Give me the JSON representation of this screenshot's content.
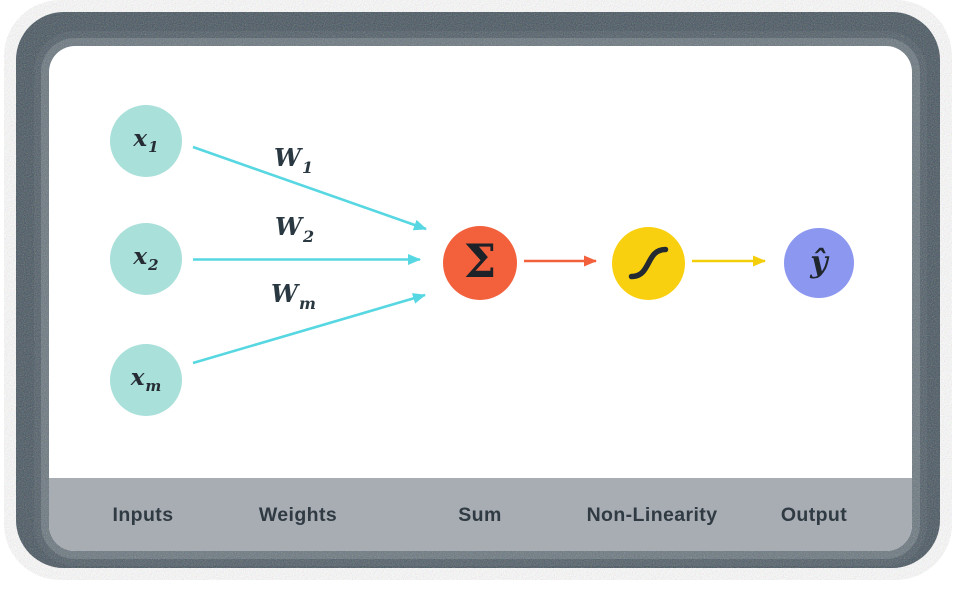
{
  "colors": {
    "page-bg": "#ffffff",
    "frame": "#41505b",
    "card-bg": "#ffffff",
    "footer-bg": "#a8adb3",
    "node-input": "#a9e0da",
    "node-sum": "#f2603c",
    "node-nonlinearity": "#f9d00f",
    "node-output": "#8c97f0",
    "arrow-cyan": "#57d7e1",
    "arrow-red": "#f2603c",
    "arrow-yellow": "#f5ce0a"
  },
  "diagram": {
    "inputs": [
      {
        "base": "x",
        "sub": "1"
      },
      {
        "base": "x",
        "sub": "2"
      },
      {
        "base": "x",
        "sub": "m"
      }
    ],
    "weights": [
      {
        "base": "W",
        "sub": "1"
      },
      {
        "base": "W",
        "sub": "2"
      },
      {
        "base": "W",
        "sub": "m"
      }
    ],
    "sum_symbol": "Σ",
    "nonlinearity_icon": "sigmoid-curve",
    "output_symbol": "ŷ"
  },
  "footer": {
    "labels": [
      "Inputs",
      "Weights",
      "Sum",
      "Non-Linearity",
      "Output"
    ]
  }
}
